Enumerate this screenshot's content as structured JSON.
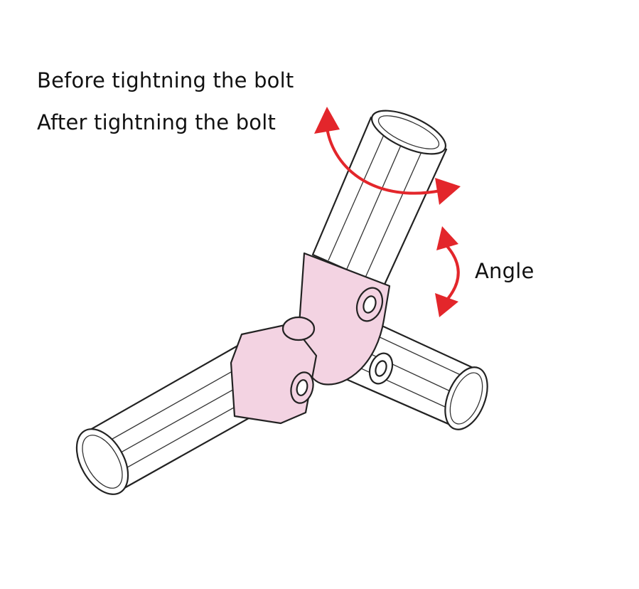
{
  "labels": {
    "before": "Before tightning the bolt",
    "after": "After tightning the bolt",
    "angle": "Angle"
  },
  "colors": {
    "arrow": "#e3262b",
    "joint": "#f3d3e2"
  }
}
